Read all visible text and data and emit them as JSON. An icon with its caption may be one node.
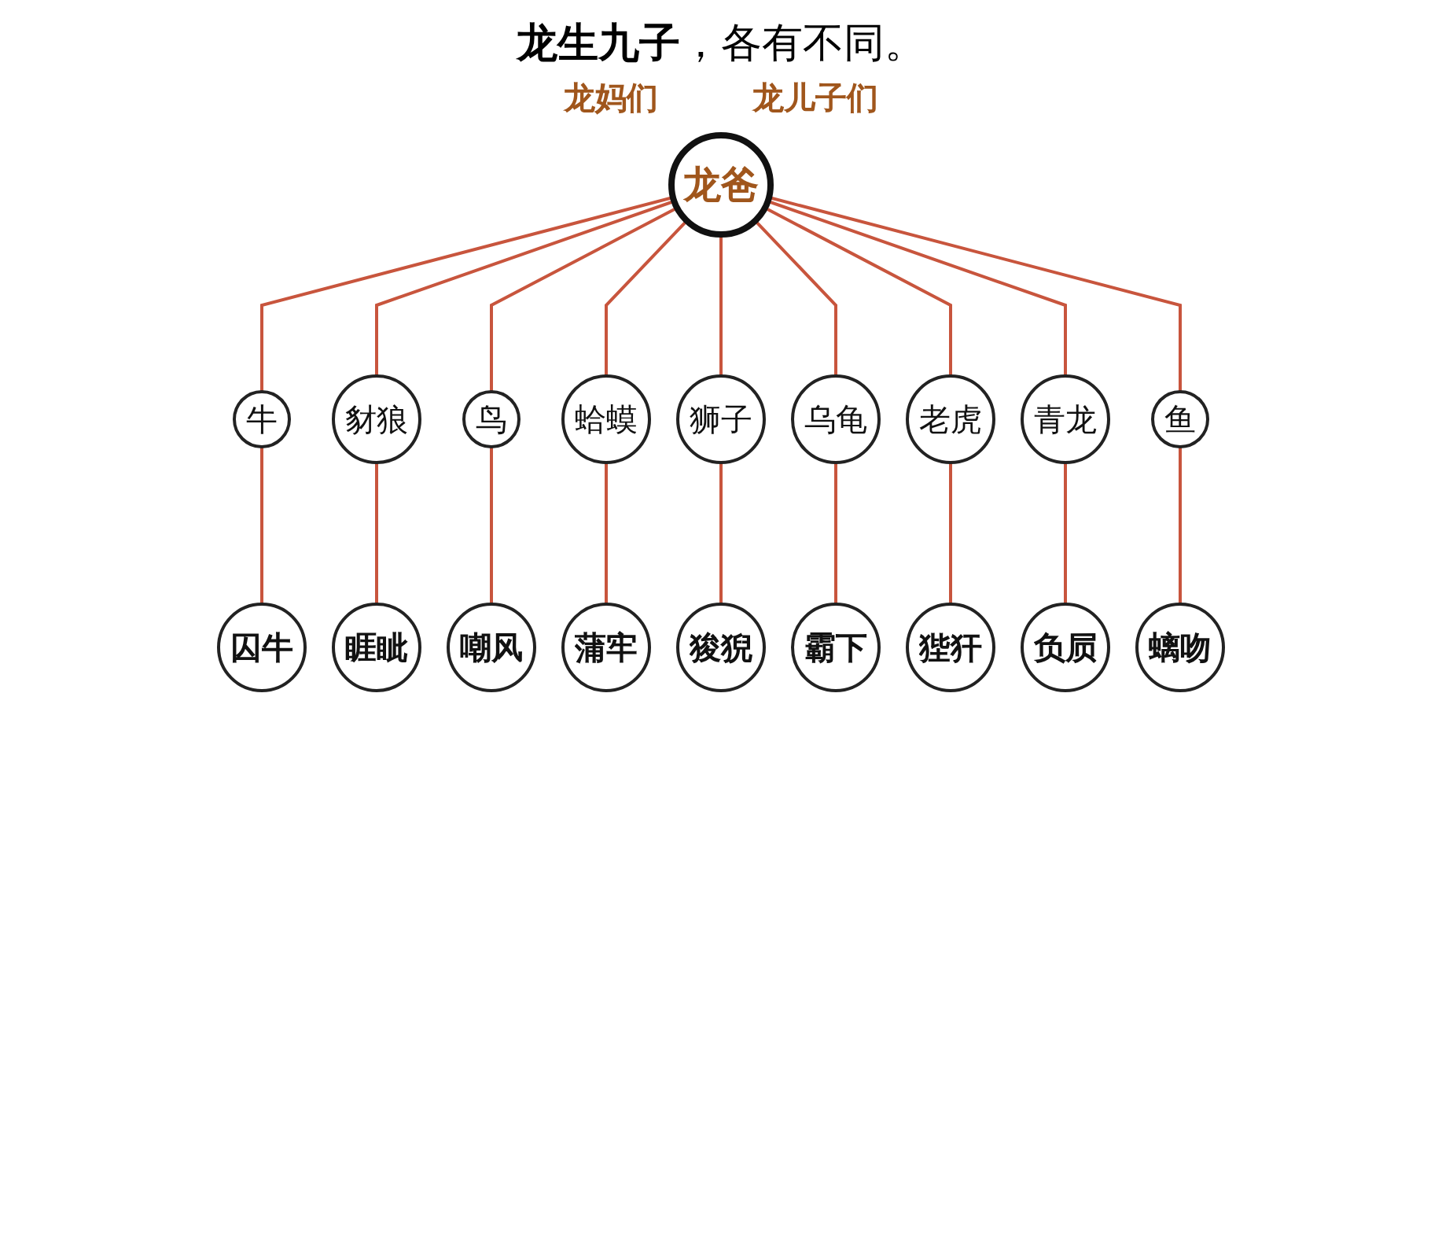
{
  "diagram": {
    "title": "**龙生九子**，各有不同。",
    "nodes": [
      {
        "text": [
          "龙爸"
        ]
      },
      {
        "text": [
          "牛"
        ]
      },
      {
        "text": [
          "豺狼"
        ]
      },
      {
        "text": [
          "鸟"
        ]
      },
      {
        "text": [
          "蛤蟆"
        ]
      },
      {
        "text": [
          "狮子"
        ]
      },
      {
        "text": [
          "乌龟"
        ]
      },
      {
        "text": [
          "老虎"
        ]
      },
      {
        "text": [
          "青龙"
        ]
      },
      {
        "text": [
          "鱼"
        ]
      },
      {
        "text": [
          "囚牛"
        ]
      },
      {
        "text": [
          "睚眦"
        ]
      },
      {
        "text": [
          "嘲风"
        ]
      },
      {
        "text": [
          "蒲牢"
        ]
      },
      {
        "text": [
          "狻猊"
        ]
      },
      {
        "text": [
          "霸下"
        ]
      },
      {
        "text": [
          "狴犴"
        ]
      },
      {
        "text": [
          "负屃"
        ]
      },
      {
        "text": [
          "螭吻"
        ]
      }
    ],
    "edges": [
      {
        "from": 0,
        "to": 1,
        "arrow": "none"
      },
      {
        "from": 0,
        "to": 2,
        "arrow": "none"
      },
      {
        "from": 0,
        "to": 3,
        "arrow": "none"
      },
      {
        "from": 0,
        "to": 4,
        "arrow": "none"
      },
      {
        "from": 0,
        "to": 5,
        "arrow": "none"
      },
      {
        "from": 0,
        "to": 6,
        "arrow": "none"
      },
      {
        "from": 0,
        "to": 7,
        "arrow": "none"
      },
      {
        "from": 0,
        "to": 8,
        "arrow": "none"
      },
      {
        "from": 0,
        "to": 9,
        "arrow": "none"
      },
      {
        "from": 1,
        "to": 10,
        "arrow": "none"
      },
      {
        "from": 2,
        "to": 11,
        "arrow": "none"
      },
      {
        "from": 3,
        "to": 12,
        "arrow": "none"
      },
      {
        "from": 4,
        "to": 13,
        "arrow": "none"
      },
      {
        "from": 5,
        "to": 14,
        "arrow": "none"
      },
      {
        "from": 6,
        "to": 15,
        "arrow": "none"
      },
      {
        "from": 7,
        "to": 16,
        "arrow": "none"
      },
      {
        "from": 8,
        "to": 17,
        "arrow": "none"
      },
      {
        "from": 9,
        "to": 18,
        "arrow": "none"
      }
    ],
    "labels": [
      "龙妈们",
      "龙儿子们"
    ]
  }
}
